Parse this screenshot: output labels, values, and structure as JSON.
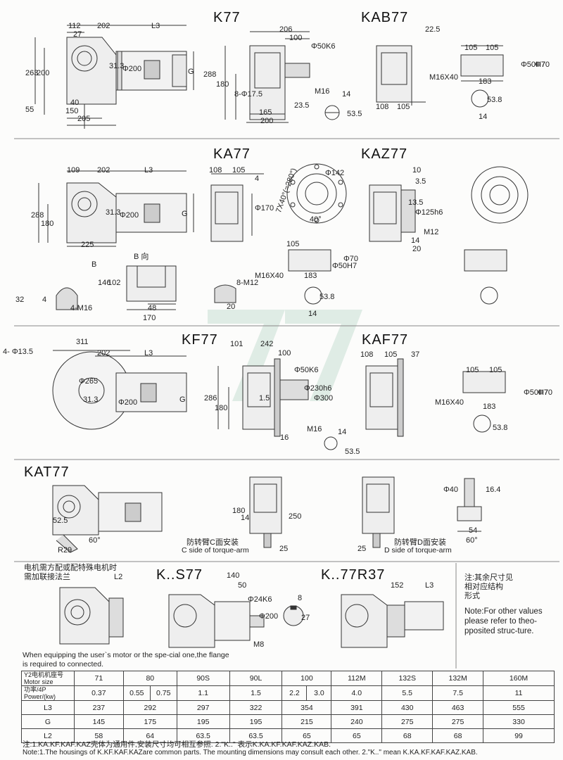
{
  "sections": {
    "k77": {
      "title": "K77",
      "kab_title": "KAB77",
      "dims": {
        "d112": "112",
        "d27": "27",
        "d202": "202",
        "dL3": "L3",
        "d263": "263",
        "d200": "200",
        "d55": "55",
        "d40": "40",
        "d150": "150",
        "d205": "205",
        "d31_3": "31.3",
        "dphi200": "Φ200",
        "dG": "G",
        "d206": "206",
        "d100": "100",
        "d288": "288",
        "d180": "180",
        "d8phi17": "8-Φ17.5",
        "dphi50k6": "Φ50K6",
        "dM16": "M16",
        "d14": "14",
        "d53_5": "53.5",
        "d23_5": "23.5",
        "d165": "165",
        "d200b": "200",
        "d22_5": "22.5",
        "d108": "108",
        "d105": "105",
        "d105b": "105",
        "d105c": "105",
        "dM16x40": "M16X40",
        "d183": "183",
        "dphi50h7": "Φ50H7",
        "dphi70": "Φ70",
        "d53_8": "53.8",
        "d14b": "14"
      }
    },
    "ka77": {
      "title": "KA77",
      "kaz_title": "KAZ77",
      "dims": {
        "d109": "109",
        "d202": "202",
        "dL3": "L3",
        "d288": "288",
        "d180": "180",
        "d225": "225",
        "dphi200": "Φ200",
        "d31_3": "31.3",
        "dG": "G",
        "dB": "B",
        "dBdir": "B 向",
        "d108": "108",
        "d105": "105",
        "d4": "4",
        "dphi170": "Φ170",
        "d7x40": "7X40°(=280°)",
        "dphi142": "Φ142",
        "d40deg": "40°",
        "d10": "10",
        "d3_5": "3.5",
        "d13_5": "13.5",
        "dphi125h6": "Φ125h6",
        "dM12": "M12",
        "d14": "14",
        "d20": "20",
        "d146": "146",
        "d102": "102",
        "d48": "48",
        "d170": "170",
        "d32": "32",
        "d4b": "4",
        "d4m16": "4-M16",
        "d8m12": "8-M12",
        "d20b": "20",
        "dM16x40": "M16X40",
        "d183": "183",
        "dphi50h7": "Φ50H7",
        "dphi70": "Φ70",
        "d53_8": "53.8",
        "d14c": "14"
      }
    },
    "kf77": {
      "title": "KF77",
      "kaf_title": "KAF77",
      "dims": {
        "d4phi13_5": "4- Φ13.5",
        "d311": "311",
        "d202": "202",
        "dL3": "L3",
        "dphi265": "Φ265",
        "d31_3": "31.3",
        "dphi200": "Φ200",
        "dG": "G",
        "d101": "101",
        "d242": "242",
        "d100": "100",
        "d286": "286",
        "d180": "180",
        "d1_5": "1.5",
        "dphi50k6": "Φ50K6",
        "dphi230h6": "Φ230h6",
        "dphi300": "Φ300",
        "dM16": "M16",
        "d16": "16",
        "d14": "14",
        "d53_5": "53.5",
        "d108": "108",
        "d105": "105",
        "d37": "37",
        "d105b": "105",
        "d105c": "105",
        "dM16x40": "M16X40",
        "d183": "183",
        "dphi50h7": "Φ50H7",
        "dphi70": "Φ70",
        "d53_8": "53.8"
      }
    },
    "kat77": {
      "title": "KAT77",
      "dims": {
        "d52_5": "52.5",
        "dR29": "R29",
        "d60deg": "60°",
        "d180": "180",
        "d14": "14",
        "d250": "250",
        "d25": "25",
        "d25b": "25",
        "dphi40": "Φ40",
        "d16_4": "16.4",
        "d54": "54",
        "d60b": "60°"
      },
      "c_side_cn": "防转臂C面安装",
      "c_side_en": "C side of torque-arm",
      "d_side_cn": "防转臂D面安装",
      "d_side_en": "D side of torque-arm"
    },
    "ks77": {
      "title": "K..S77",
      "kr_title": "K..77R37",
      "dims": {
        "dL2": "L2",
        "d140": "140",
        "d50": "50",
        "dphi24k6": "Φ24K6",
        "dphi200": "Φ200",
        "dM8": "M8",
        "d8": "8",
        "d27": "27",
        "d152": "152",
        "dL3": "L3"
      },
      "flange_note_cn": "电机需方配或配特殊电机时\n需加联接法兰",
      "flange_note_en": "When equipping the user`s motor or the spe-cial one,the flange is required to connected."
    },
    "side_note": {
      "cn": "注:其余尺寸见\n    相对应结构\n    形式",
      "en": "Note:For other values please refer to theo-pposited struc-ture."
    }
  },
  "table": {
    "row_motor": {
      "header": "Y2电机机座号 Motor size",
      "cells": [
        "71",
        "80",
        "90S",
        "90L",
        "100",
        "112M",
        "132S",
        "132M",
        "160M"
      ]
    },
    "row_power": {
      "header": "功率/4P Power/(kw)",
      "cells": [
        "0.37",
        "0.55",
        "0.75",
        "1.1",
        "1.5",
        "2.2",
        "3.0",
        "4.0",
        "5.5",
        "7.5",
        "11"
      ]
    },
    "row_l3": {
      "header": "L3",
      "cells": [
        "237",
        "292",
        "297",
        "322",
        "354",
        "391",
        "430",
        "463",
        "555"
      ]
    },
    "row_g": {
      "header": "G",
      "cells": [
        "145",
        "175",
        "195",
        "195",
        "215",
        "240",
        "275",
        "275",
        "330"
      ]
    },
    "row_l2": {
      "header": "L2",
      "cells": [
        "58",
        "64",
        "63.5",
        "63.5",
        "65",
        "65",
        "68",
        "68",
        "99"
      ]
    }
  },
  "footer": {
    "cn": "注:1.KA.KF.KAF.KAZ壳体为通用件,安装尺寸均可相互参照.   2.\"K..\" 表示K.KA.KF.KAF.KAZ.KAB.",
    "en": "Note:1.The  housings  of  K.KF.KAF.KAZare common parts. The mounting dimensions may consult each other.  2.\"K..\" mean K.KA.KF.KAF.KAZ.KAB."
  },
  "watermark": "77",
  "colors": {
    "line": "#333333",
    "frame": "#7a7a7a",
    "watermark": "#c9ddd2"
  }
}
